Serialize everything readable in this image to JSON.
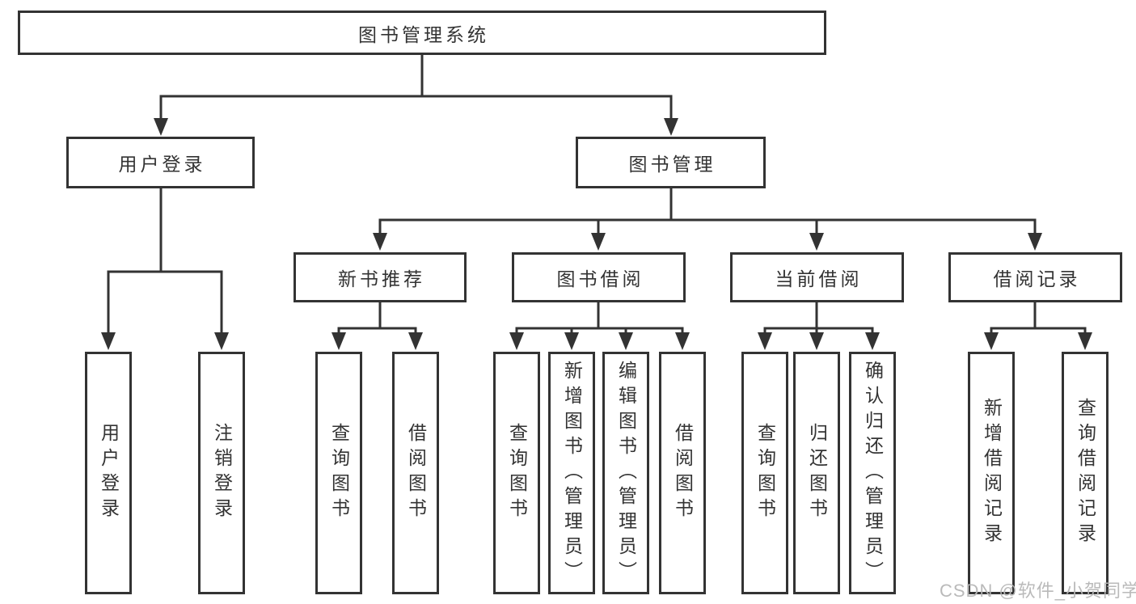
{
  "colors": {
    "line": "#333333",
    "box_border": "#333333",
    "text": "#333333",
    "box_background": "#ffffff",
    "page_background": "#ffffff",
    "watermark_text": "#b6b6b6"
  },
  "tree": {
    "label": "图书管理系统",
    "children": [
      {
        "label": "用户登录",
        "children": [
          {
            "label": "用户登录"
          },
          {
            "label": "注销登录"
          }
        ]
      },
      {
        "label": "图书管理",
        "children": [
          {
            "label": "新书推荐",
            "children": [
              {
                "label": "查询图书"
              },
              {
                "label": "借阅图书"
              }
            ]
          },
          {
            "label": "图书借阅",
            "children": [
              {
                "label": "查询图书"
              },
              {
                "label": "新增图书（管理员）"
              },
              {
                "label": "编辑图书（管理员）"
              },
              {
                "label": "借阅图书"
              }
            ]
          },
          {
            "label": "当前借阅",
            "children": [
              {
                "label": "查询图书"
              },
              {
                "label": "归还图书"
              },
              {
                "label": "确认归还（管理员）"
              }
            ]
          },
          {
            "label": "借阅记录",
            "children": [
              {
                "label": "新增借阅记录"
              },
              {
                "label": "查询借阅记录"
              }
            ]
          }
        ]
      }
    ]
  },
  "watermark": {
    "text": "CSDN @软件_小贺同学"
  }
}
